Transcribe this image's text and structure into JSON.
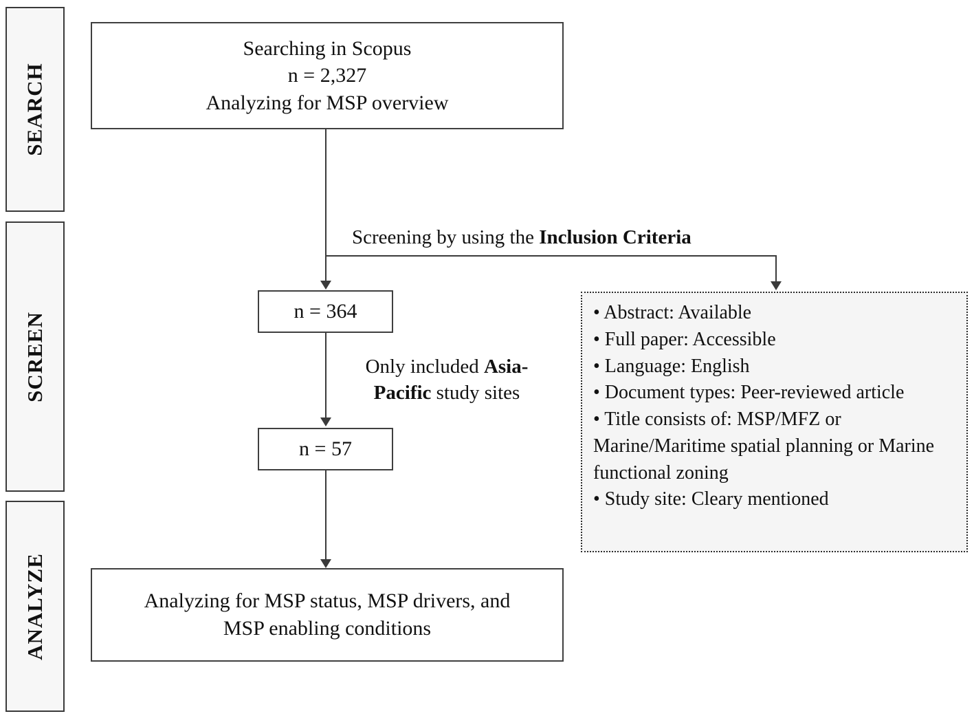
{
  "stages": [
    {
      "label": "SEARCH"
    },
    {
      "label": "SCREEN"
    },
    {
      "label": "ANALYZE"
    }
  ],
  "boxes": {
    "search": {
      "line1": "Searching in Scopus",
      "line2": "n = 2,327",
      "line3": "Analyzing for MSP overview"
    },
    "screened": {
      "label": "n = 364"
    },
    "included": {
      "label": "n = 57"
    },
    "analyze": {
      "line1": "Analyzing for MSP status, MSP drivers, and",
      "line2": "MSP enabling conditions"
    }
  },
  "edges": {
    "screening": {
      "plain": "Screening by using the ",
      "bold": "Inclusion Criteria"
    },
    "asia_pacific": {
      "plain_before": "Only included ",
      "bold": "Asia-Pacific",
      "plain_after": " study sites"
    }
  },
  "criteria": {
    "items": [
      "• Abstract: Available",
      "• Full paper: Accessible",
      "• Language: English",
      "• Document types: Peer-reviewed article",
      "• Title consists of: MSP/MFZ or Marine/Maritime spatial planning or Marine functional zoning",
      "• Study site: Cleary mentioned"
    ]
  },
  "colors": {
    "border": "#3f3f3f",
    "stage_fill": "#f7f7f7",
    "criteria_fill": "#f5f5f5",
    "text": "#111111",
    "page_bg": "#ffffff"
  }
}
